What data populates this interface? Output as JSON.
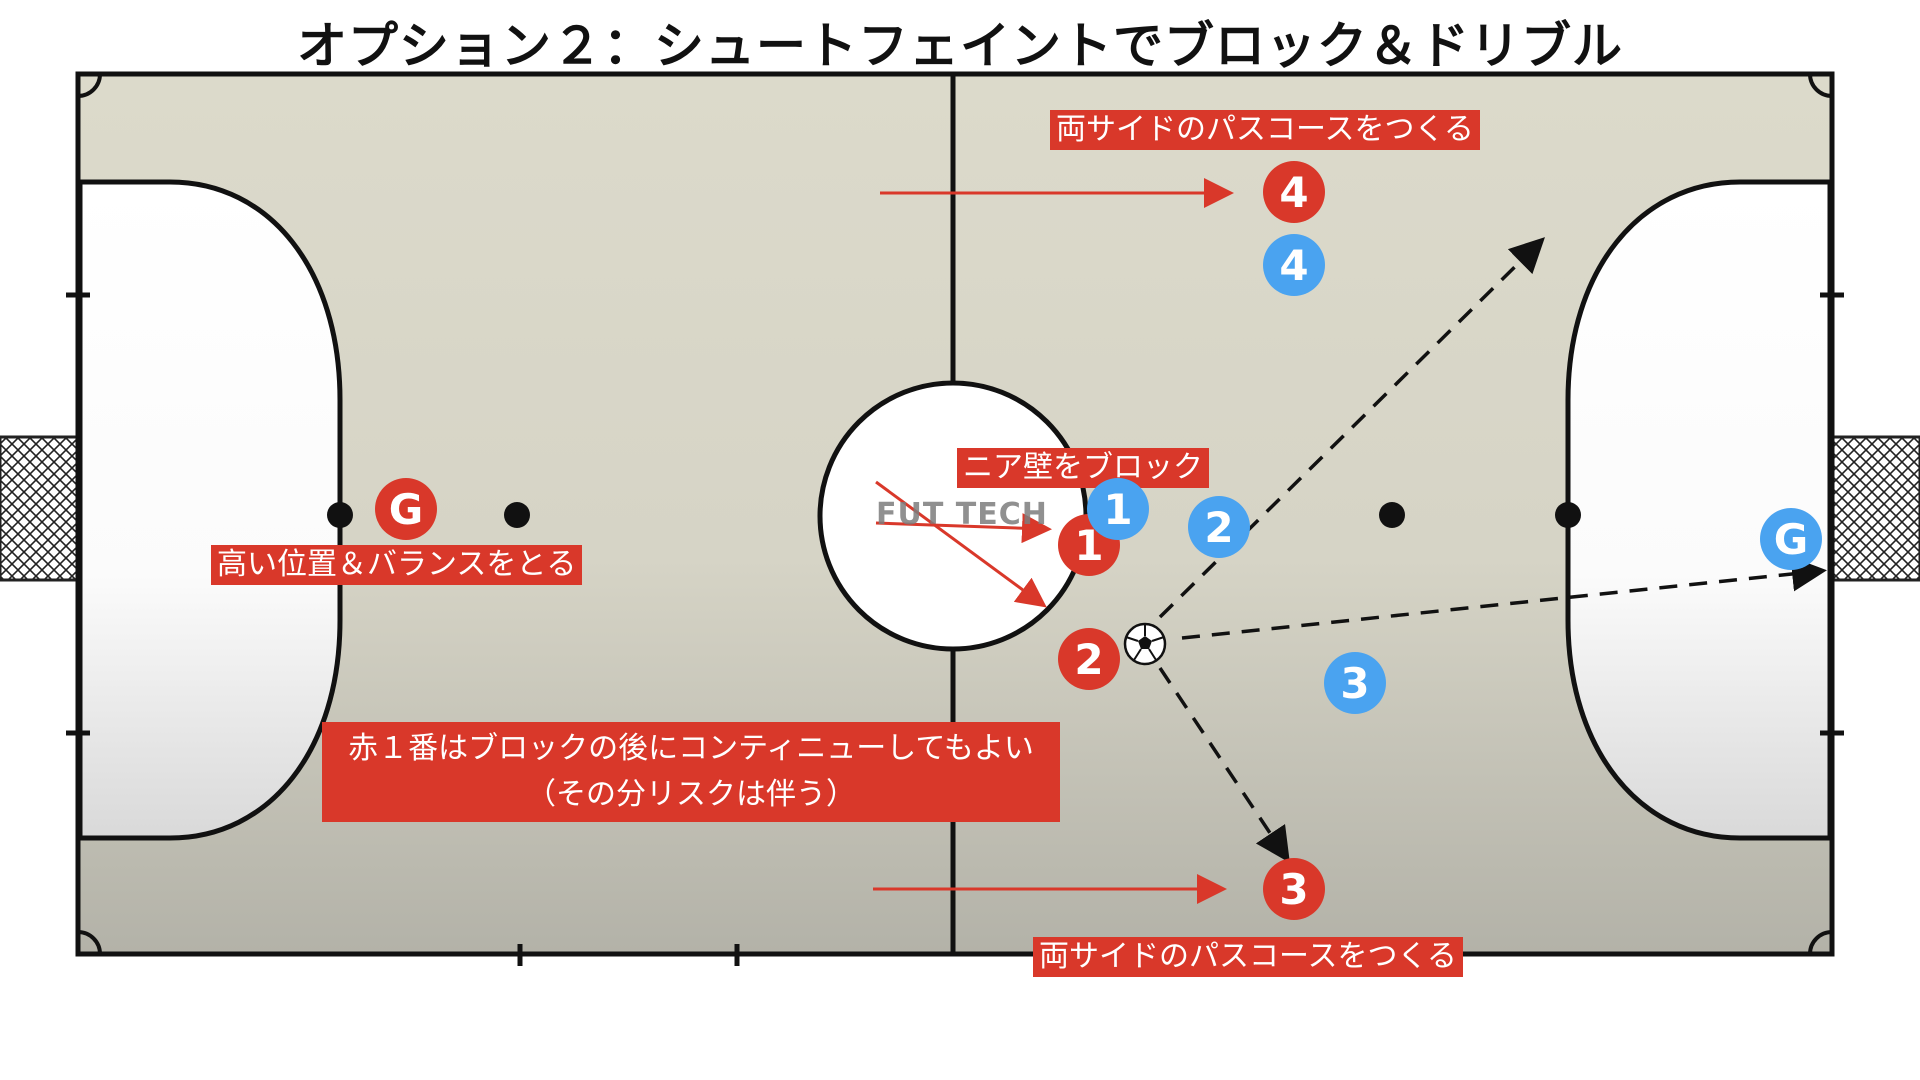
{
  "title": "オプション２：シュートフェイントでブロック＆ドリブル",
  "watermark": "FUT TECH",
  "labels": {
    "top_right": "両サイドのパスコースをつくる",
    "near_wall": "ニア壁をブロック",
    "goalkeeper": "高い位置＆バランスをとる",
    "note_line1": "赤１番はブロックの後にコンティニューしてもよい",
    "note_line2": "（その分リスクは伴う）",
    "bottom_right": "両サイドのパスコースをつくる"
  },
  "players": {
    "red": [
      "G",
      "1",
      "2",
      "3",
      "4"
    ],
    "blue": [
      "G",
      "1",
      "2",
      "3",
      "4"
    ]
  },
  "icons": {
    "ball": "soccer-ball-icon"
  },
  "colors": {
    "red_team": "#d9382a",
    "blue_team": "#4aa3f0",
    "court": "#d8d6c8",
    "label_bg": "#d9382a"
  }
}
